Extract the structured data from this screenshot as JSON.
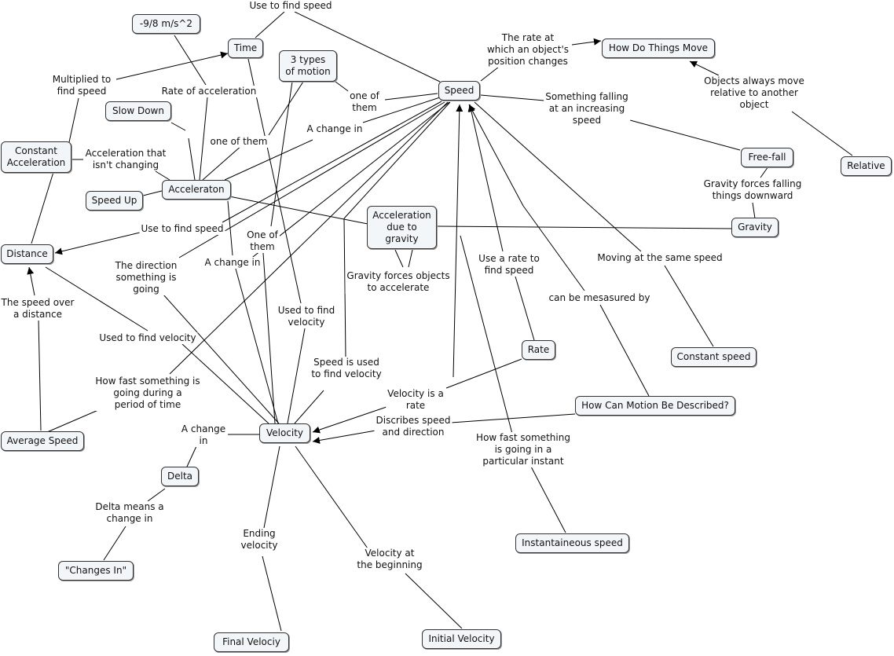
{
  "nodes": {
    "time": "Time",
    "gravity_value": "-9/8 m/s^2",
    "types_of_motion": "3 types\nof motion",
    "speed": "Speed",
    "how_do_things_move": "How Do Things Move",
    "slow_down": "Slow Down",
    "constant_acceleration": "Constant\nAcceleration",
    "speed_up": "Speed Up",
    "acceleration": "Acceleraton",
    "free_fall": "Free-fall",
    "relative": "Relative",
    "acceleration_gravity": "Acceleration\ndue to\ngravity",
    "gravity": "Gravity",
    "distance": "Distance",
    "rate": "Rate",
    "constant_speed": "Constant speed",
    "how_can_motion": "How Can Motion Be Described?",
    "average_speed": "Average Speed",
    "velocity": "Velocity",
    "delta": "Delta",
    "changes_in": "\"Changes In\"",
    "instantaneous_speed": "Instantaineous speed",
    "final_velocity": "Final Velociy",
    "initial_velocity": "Initial Velocity"
  },
  "links": {
    "use_to_find_speed_top": "Use to find speed",
    "position_changes": "The rate at\nwhich an object's\nposition changes",
    "multiplied": "Multiplied to\nfind speed",
    "rate_of_acceleration": "Rate of acceleration",
    "one_of_them_speed": "one of\nthem",
    "objects_move_relative": "Objects always move\nrelative to another\nobject",
    "falling_increasing": "Something falling\nat an increasing\nspeed",
    "a_change_in_speed": "A change in",
    "one_of_them_accel": "one of them",
    "accel_not_changing": "Acceleration that\nisn't changing",
    "gravity_falling": "Gravity forces falling\nthings downward",
    "use_to_find_speed_dist": "Use to find speed",
    "one_of_them_vel": "One of\nthem",
    "use_rate_speed": "Use a rate to\nfind speed",
    "moving_same_speed": "Moving at the same speed",
    "direction_going": "The direction\nsomething is\ngoing",
    "a_change_in_vel": "A change in",
    "gravity_accelerate": "Gravity forces objects\nto accelerate",
    "speed_over_distance": "The speed over\na distance",
    "can_be_measured": "can be mesasured by",
    "used_find_velocity_time": "Used to find\nvelocity",
    "used_find_velocity_dist": "Used to find velocity",
    "speed_used_velocity": "Speed is used\nto find velocity",
    "how_fast_period": "How fast something is\ngoing during a\nperiod of time",
    "velocity_is_rate": "Velocity is a\nrate",
    "describes_speed_dir": "Discribes speed\nand direction",
    "a_change_in_delta": "A change\nin",
    "how_fast_instant": "How fast something\nis going in a\nparticular instant",
    "delta_means": "Delta means a\nchange in",
    "ending_velocity": "Ending\nvelocity",
    "velocity_beginning": "Velocity at\nthe beginning"
  },
  "colors": {
    "line": "#000000",
    "node_fill": "#f3f6f8",
    "node_border": "#333333"
  }
}
